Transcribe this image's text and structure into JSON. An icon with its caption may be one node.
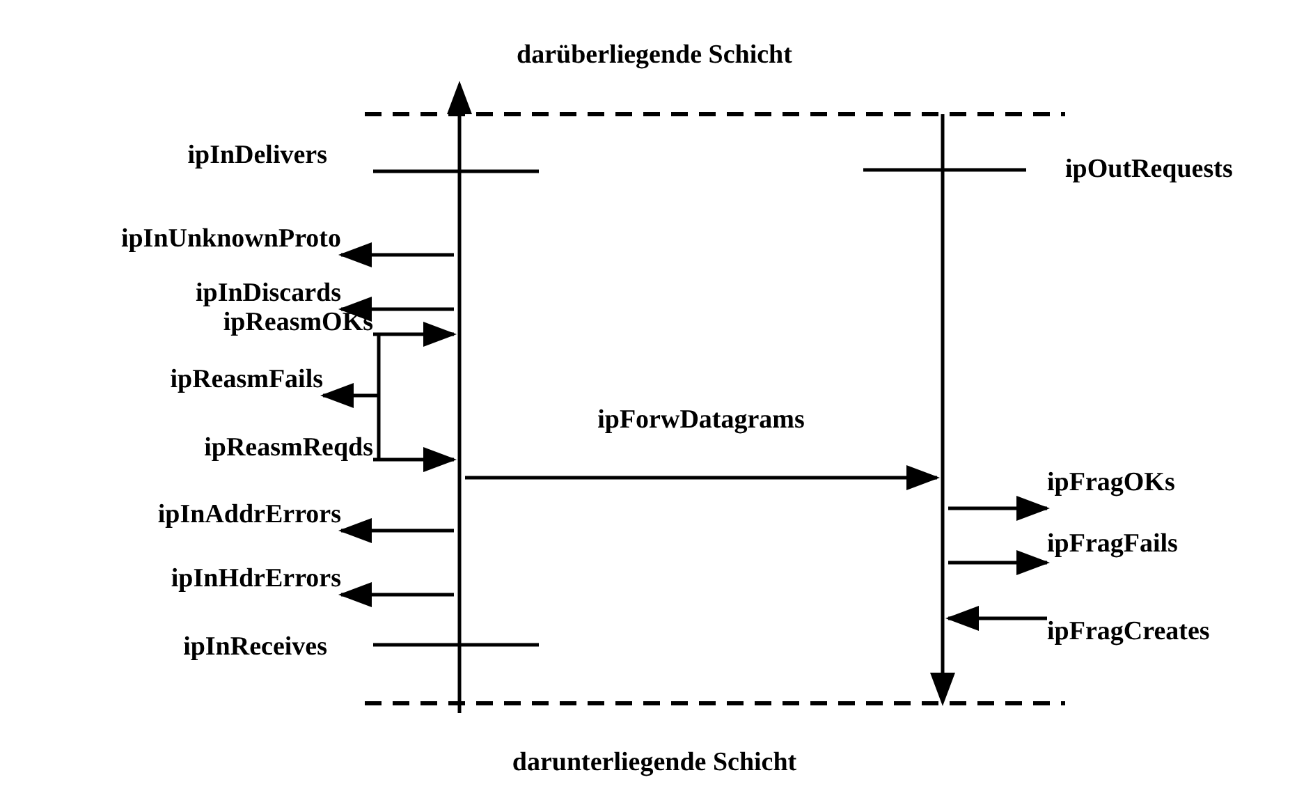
{
  "diagram": {
    "nodes": [
      {
        "text": [],
        "shape": "bar"
      },
      {
        "text": [],
        "shape": "bar"
      },
      {
        "text": [
          "ipInUnknownProto"
        ]
      },
      {
        "text": [
          "ipInDiscards"
        ]
      },
      {
        "text": [
          "ipReasmFails"
        ]
      },
      {
        "text": [
          "ipInAddrErrors"
        ]
      },
      {
        "text": [
          "ipFragOKs"
        ]
      },
      {
        "text": [
          "ipFragFails"
        ]
      },
      {
        "text": [
          "ipInHdrErrors"
        ]
      },
      {
        "text": [
          "ipFragCreates"
        ]
      },
      {
        "text": [
          "ipReasmOKs"
        ]
      },
      {
        "text": [
          "ipReasmReqds"
        ]
      }
    ],
    "edges": [
      {
        "from": 0,
        "to": 2,
        "arrow": "to"
      },
      {
        "from": 0,
        "to": 3,
        "arrow": "to"
      },
      {
        "from": 10,
        "to": 0,
        "arrow": "to"
      },
      {
        "from": null,
        "to": 4,
        "arrow": "to"
      },
      {
        "from": 11,
        "to": 0,
        "arrow": "to"
      },
      {
        "from": 0,
        "to": 1,
        "arrow": "to",
        "label": "ipForwDatagrams"
      },
      {
        "from": 0,
        "to": 5,
        "arrow": "to"
      },
      {
        "from": 1,
        "to": 6,
        "arrow": "to"
      },
      {
        "from": 1,
        "to": 7,
        "arrow": "to"
      },
      {
        "from": 0,
        "to": 8,
        "arrow": "to"
      },
      {
        "from": 9,
        "to": 1,
        "arrow": "to"
      }
    ],
    "labels": [
      "darüberliegende Schicht",
      "ipInDelivers",
      "ipOutRequests",
      "ipInReceives",
      "darunterliegende Schicht"
    ]
  }
}
